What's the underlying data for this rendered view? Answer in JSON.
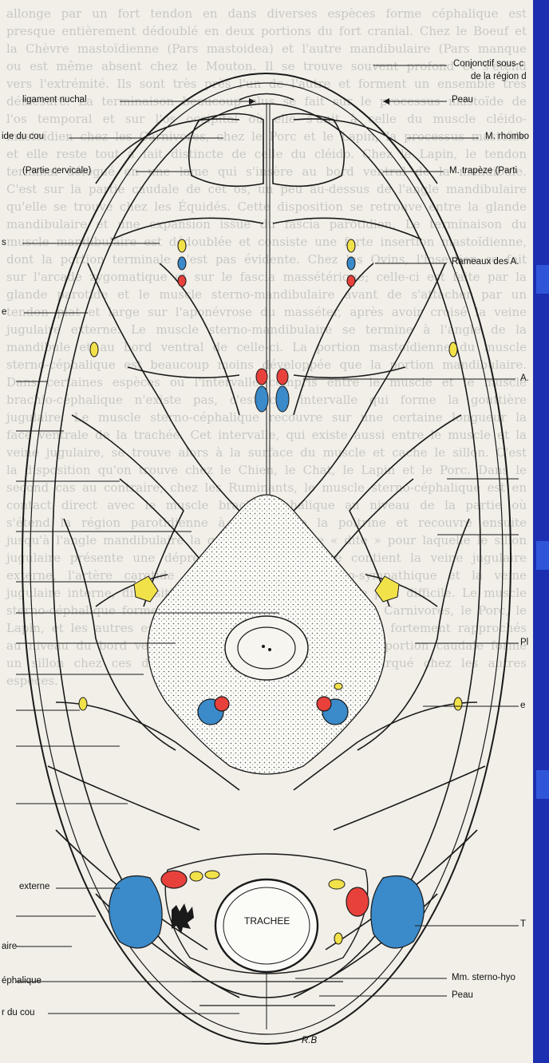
{
  "background_text": "allonge par un fort tendon en dans diverses espèces forme céphalique est presque entièrement dédoublé en deux portions du fort cranial. Chez le Boeuf et la Chèvre mastoïdienne (Pars mastoidea) et l'autre mandibulaire (Pars manque ou est même absent chez le Mouton. Il se trouve souvent profond et s'étend vers l'extrémité. Ils sont très près l'un de l'autre et forment un ensemble très démesuré. La terminaison beaucoup plus se fait sur le processus mastoïde de l'os temporal et sur l'os occipital où elle s'unit à celle du muscle cléido-mastoïdien chez les Carnivores, chez le Porc et le Lapin, la processus mastoïde et elle reste tout à fait distincte de celle du cléido. Chez le Lapin, le tendon terminal délégué en une lame qui s'insère au bord ventral de la mandibule. C'est sur la partie caudale de cet os, un peu au-dessus de l'angle mandibulaire qu'elle se trouve chez les Équidés. Cette disposition se retrouve entre la glande mandibulaire et une expansion issue du fascia parotidien. Le terminaison du muscle mandibulaire est dédoublée et consiste une forte insertion mastoïdienne, dont la portion terminale n'est pas évidente. Chez les Ovins, l'insertion se fait sur l'arcade zygomatique et sur le fascia massétérique; celle-ci est faite par la glande parotide et le muscle sterno-mandibulaire avant de s'attacher par un tendon plat et large sur l'aponévrose du masséter, après avoir croisé la veine jugulaire externe. Le muscle sterno-mandibulaire se termine à l'angle de la mandibule et au bord ventral de celle-ci. La portion mastoïdienne du muscle sterno-céphalique est beaucoup moins développée que la portion mandibulaire. Dans certaines espèces où l'intervalle compris entre le muscle et le muscle brachio-céphalique n'existe pas, c'est cet intervalle qui forme la gouttière jugulaire. Le muscle sterno-céphalique recouvre sur une certaine longueur la face ventrale de la trachée. Cet intervalle, qui existe aussi entre le muscle et la veine jugulaire, se trouve alors à la surface du muscle et cache le sillon. C'est la disposition qu'on trouve chez le Chien, le Chat, le Lapin et le Porc. Dans le second cas au contraire, chez les Ruminants, le muscle sterno-céphalique est en contact direct avec le muscle brachio-céphalique au niveau de la partie où s'étend la région parotidienne à l'entrée de la poitrine et recouvre ensuite jusqu'à l'angle mandibulaire la gouttière jugulaire « dite » pour laquelle le sillon jugulaire présente une dépression. Cette gouttière contient la veine jugulaire externe, l'artère carotide commune, le tronc vago-sympathique et la veine jugulaire interne, disposition qui rend l'accès à la veine plus difficile. Le muscle sterno-céphalique forme la face dorsale du sillon chez les Carnivores, le Porc, le Lapin, et les autres espèces. Les deux muscles sont alors fortement rapprochés au niveau du bord ventral du cou et c'est pourquoi leur portion caudale forme un sillon chez ces derniers, alors qu'il se fait peu marqué chez les autres espèces.",
  "labels": {
    "conjonctif": "Conjonctif sous-c",
    "conjonctif_2": "de la région d",
    "ligament_nuchal": "ligament nuchal",
    "peau_top": "Peau",
    "ide_du_cou": "ide du cou",
    "m_rhombo": "M. rhombo",
    "partie_cervicale": "(Partie cervicale)",
    "m_trapeze": "M. trapèze (Parti",
    "s_left": "s",
    "rameaux": "Rameaux des A.",
    "e_left": "e",
    "a_right": "A.",
    "pl_right": "Pl",
    "e_right": "e",
    "externe": "externe",
    "t_right": "T",
    "trachee": "TRACHEE",
    "aire": "aire",
    "ephalique": "éphalique",
    "sterno_hyo": "Mm. sterno-hyo",
    "r_du_cou": "r du cou",
    "peau_bottom": "Peau",
    "signature": "R.B"
  },
  "colors": {
    "slide_blue": "#1b2fb0",
    "page": "#f1efe8",
    "artery_red": "#e8413c",
    "vein_blue": "#3b8ac9",
    "nerve_yellow": "#f2e24a",
    "line": "#1a1a1a",
    "stipple": "#cfcfcf"
  }
}
